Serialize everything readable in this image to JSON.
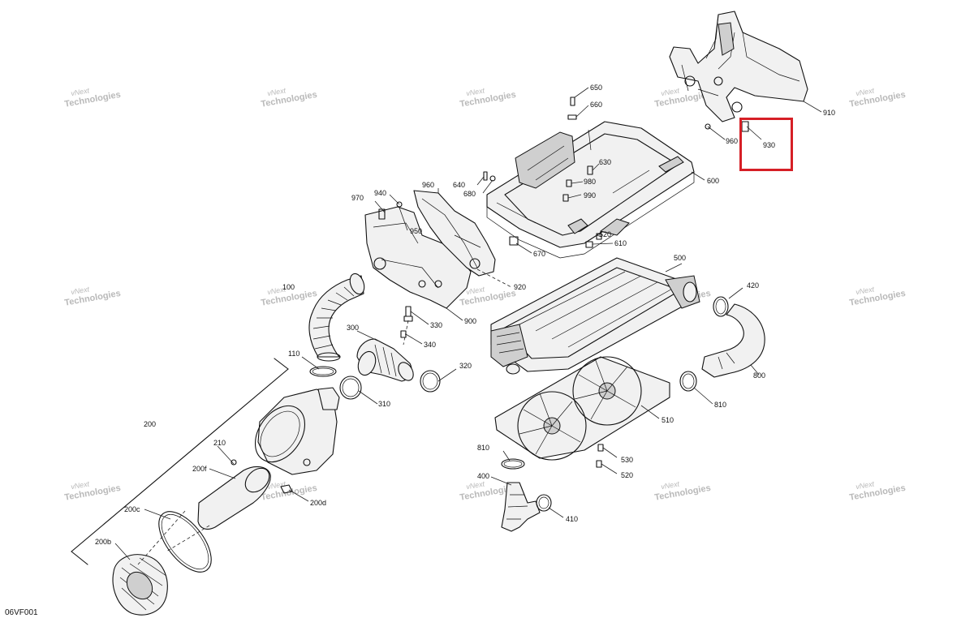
{
  "diagram": {
    "reference_code": "06VF001",
    "watermark": {
      "line1": "vNext",
      "line2": "Technologies"
    },
    "highlight_color": "#d61f26",
    "highlighted_part": "930",
    "callouts": [
      "650",
      "660",
      "630",
      "640",
      "680",
      "980",
      "990",
      "600",
      "620",
      "610",
      "670",
      "910",
      "930",
      "960",
      "960",
      "970",
      "940",
      "950",
      "920",
      "900",
      "100",
      "110",
      "330",
      "340",
      "300",
      "320",
      "310",
      "500",
      "420",
      "800",
      "810",
      "510",
      "530",
      "520",
      "810",
      "400",
      "410",
      "200",
      "210",
      "200f",
      "200d",
      "200c",
      "200b"
    ]
  }
}
